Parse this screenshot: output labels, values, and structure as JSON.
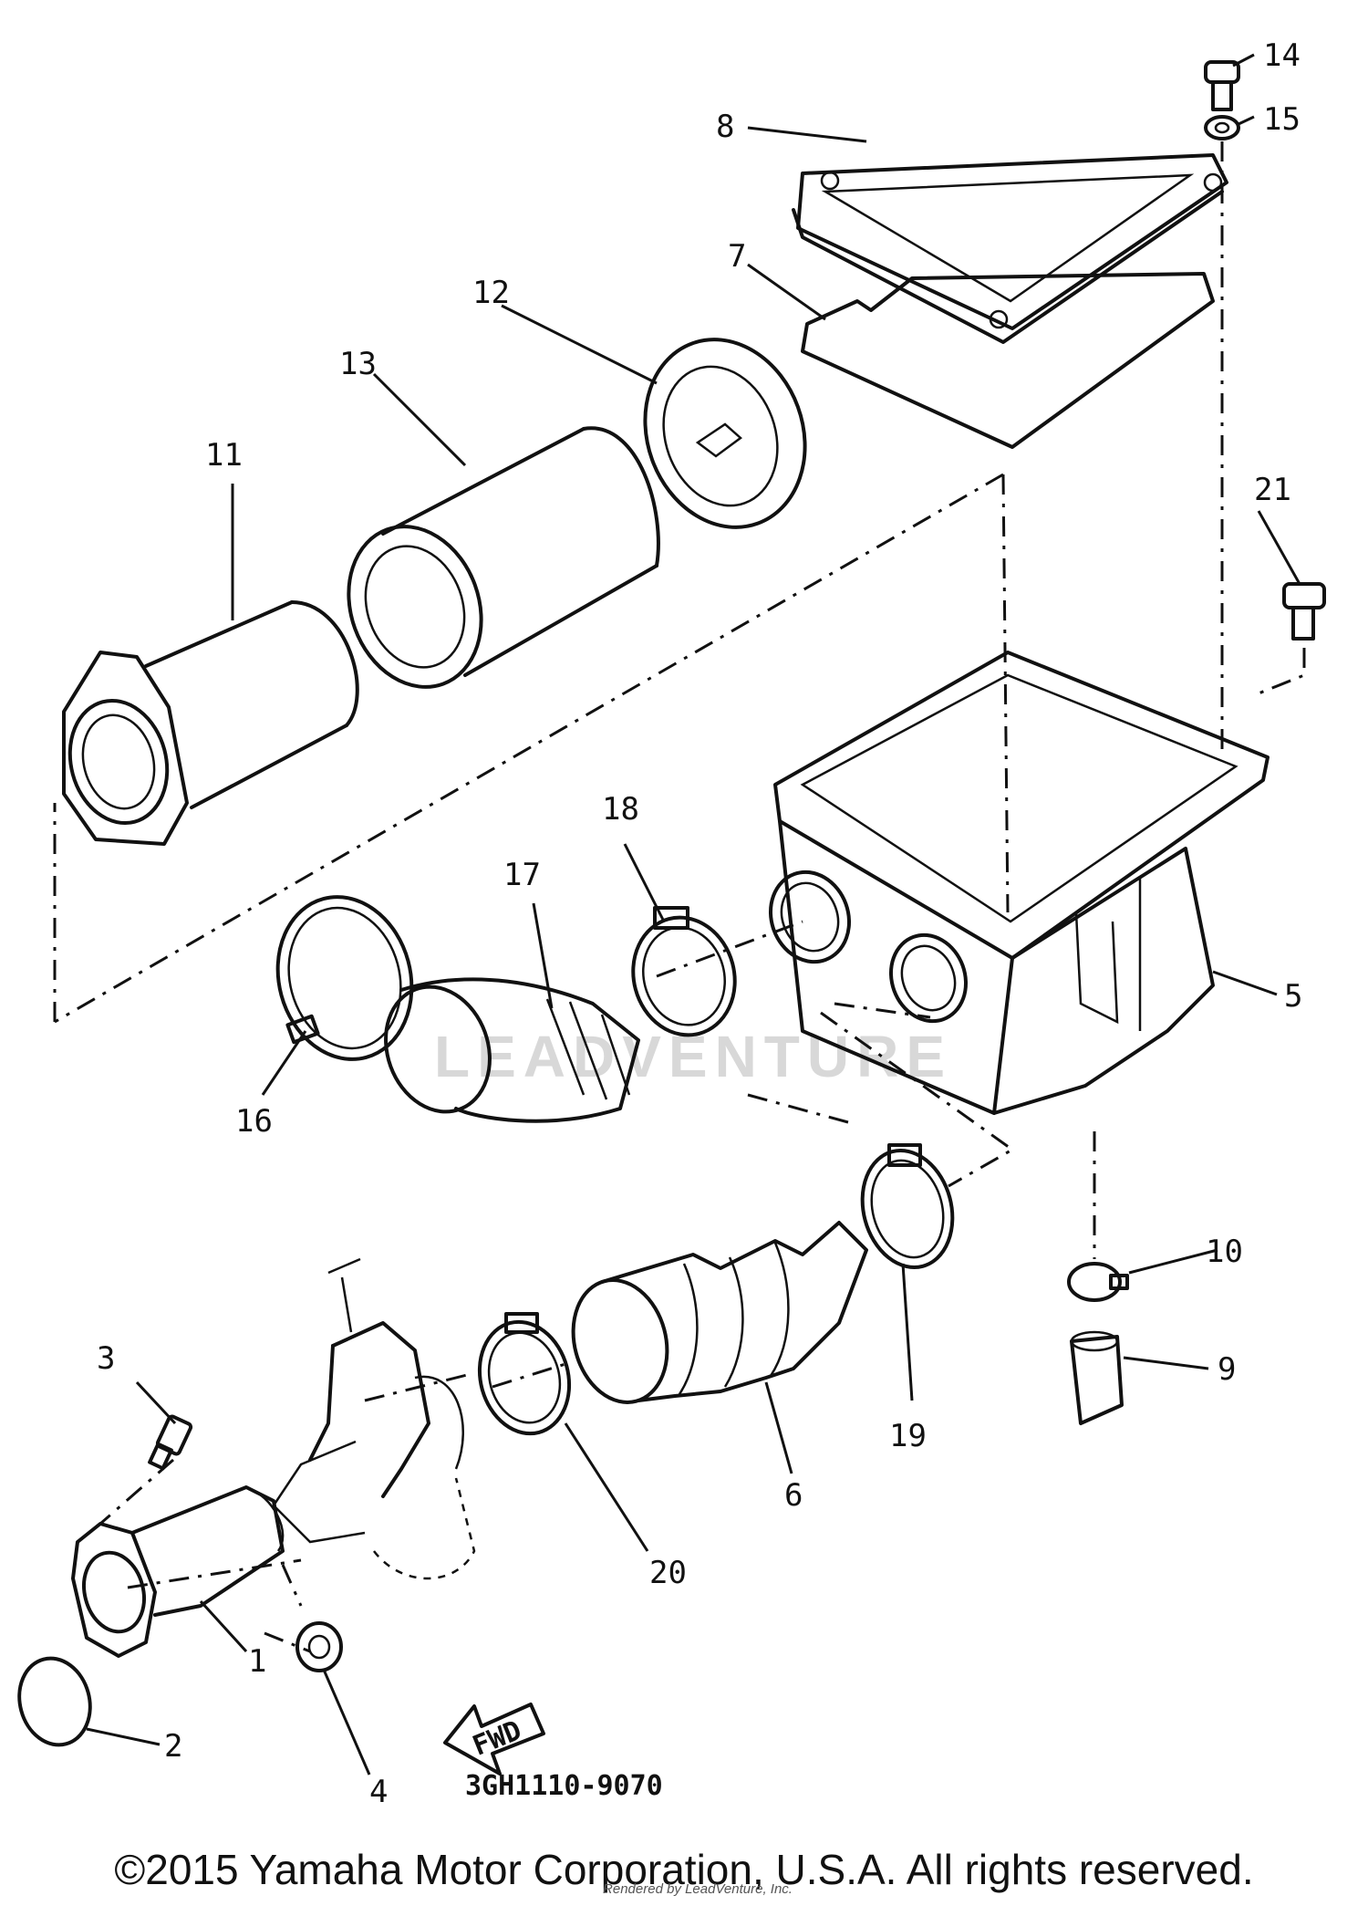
{
  "diagram": {
    "drawing_code": "3GH1110-9070",
    "direction_label": "FWD",
    "watermark_center": "LEADVENTURE",
    "callouts": [
      "1",
      "2",
      "3",
      "4",
      "5",
      "6",
      "7",
      "8",
      "9",
      "10",
      "11",
      "12",
      "13",
      "14",
      "15",
      "16",
      "17",
      "18",
      "19",
      "20",
      "21"
    ]
  },
  "footer": {
    "copyright": "©2015 Yamaha Motor Corporation, U.S.A. All rights reserved.",
    "rendered_by": "Rendered by LeadVenture, Inc."
  }
}
